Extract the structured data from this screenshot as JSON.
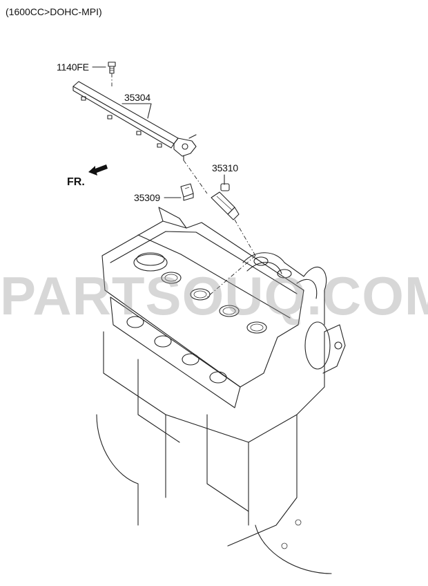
{
  "header": {
    "variant": "(1600CC>DOHC-MPI)"
  },
  "labels": {
    "bolt": "1140FE",
    "fuel_rail": "35304",
    "injector": "35310",
    "clip": "35309",
    "front": "FR."
  },
  "watermark": "PARTSOUQ.COM"
}
